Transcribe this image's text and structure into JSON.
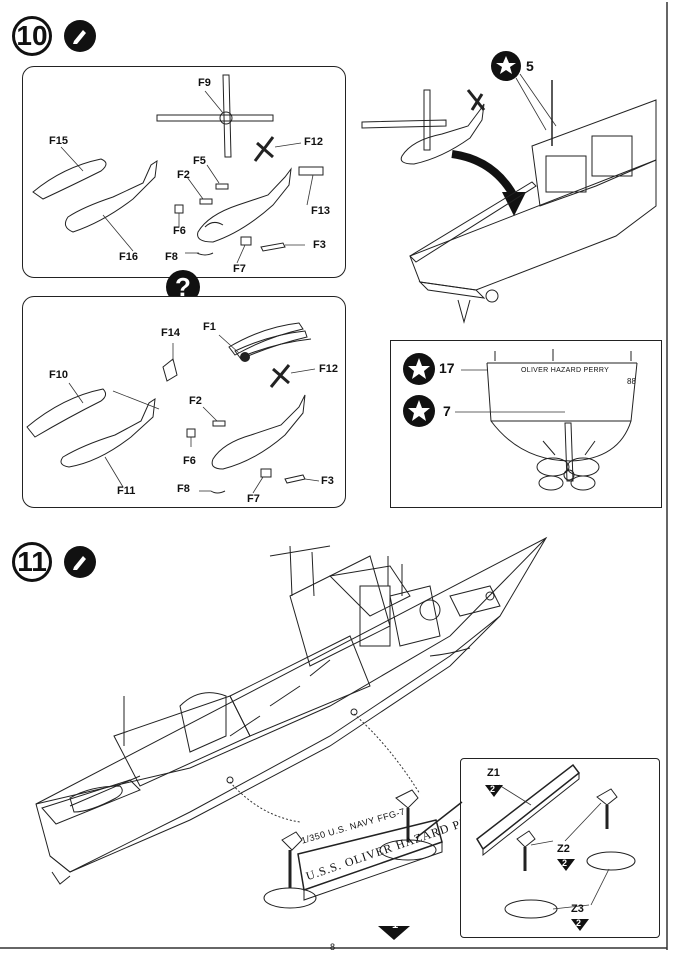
{
  "steps": [
    {
      "number": "10"
    },
    {
      "number": "11"
    }
  ],
  "panel_a_labels": {
    "f9": "F9",
    "f15": "F15",
    "f16": "F16",
    "f12": "F12",
    "f5": "F5",
    "f2": "F2",
    "f13": "F13",
    "f6": "F6",
    "f3": "F3",
    "f8": "F8",
    "f7": "F7"
  },
  "panel_b_labels": {
    "f14": "F14",
    "f1": "F1",
    "f10": "F10",
    "f12": "F12",
    "f2": "F2",
    "f6": "F6",
    "f11": "F11",
    "f8": "F8",
    "f7": "F7",
    "f3": "F3"
  },
  "decal_refs": {
    "star_5": "5",
    "star_17": "17",
    "star_7": "7"
  },
  "stern_text": {
    "name": "OLIVER HAZARD PERRY",
    "hull_no": "88"
  },
  "stand_plate": {
    "line1": "1/350 U.S. NAVY FFG-7",
    "line2": "U.S.S. OLIVER HAZARD PERRY"
  },
  "stand_parts": {
    "z1": "Z1",
    "z1_n": "2",
    "z2": "Z2",
    "z2_n": "2",
    "z3": "Z3",
    "z3_n": "2",
    "plate_n": "1"
  },
  "question_mark": "?",
  "page_number": "8"
}
